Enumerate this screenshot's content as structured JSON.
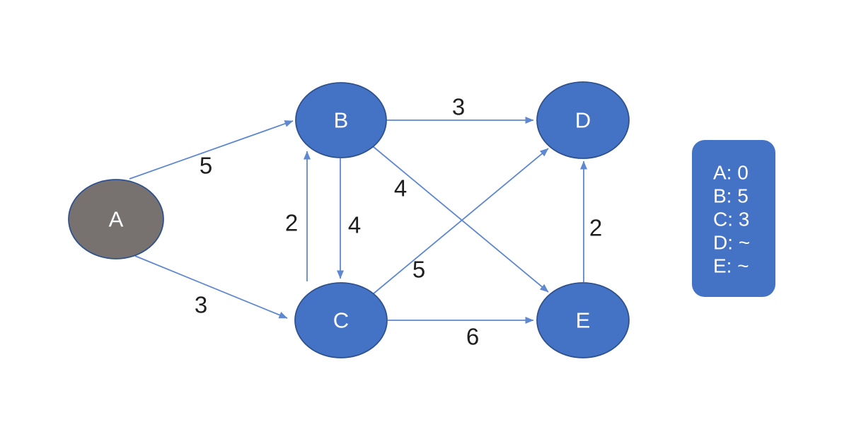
{
  "colors": {
    "background": "#FFFFFF",
    "node_fill": "#4472C4",
    "node_stroke": "#2F528F",
    "start_node_fill": "#777170",
    "node_text_color": "#FFFFFF",
    "edge_color": "#5E88D0",
    "edge_label_color": "#1F1F1F",
    "legend_fill": "#4472C4",
    "legend_text_color": "#FFFFFF"
  },
  "graph": {
    "nodes": [
      {
        "id": "A",
        "label": "A",
        "start": true
      },
      {
        "id": "B",
        "label": "B"
      },
      {
        "id": "C",
        "label": "C"
      },
      {
        "id": "D",
        "label": "D"
      },
      {
        "id": "E",
        "label": "E"
      }
    ],
    "edges": [
      {
        "from": "A",
        "to": "B",
        "weight": "5"
      },
      {
        "from": "A",
        "to": "C",
        "weight": "3"
      },
      {
        "from": "B",
        "to": "D",
        "weight": "3"
      },
      {
        "from": "B",
        "to": "C",
        "weight": "4"
      },
      {
        "from": "C",
        "to": "B",
        "weight": "2"
      },
      {
        "from": "B",
        "to": "E",
        "weight": "4"
      },
      {
        "from": "C",
        "to": "D",
        "weight": "5"
      },
      {
        "from": "C",
        "to": "E",
        "weight": "6"
      },
      {
        "from": "E",
        "to": "D",
        "weight": "2"
      }
    ]
  },
  "distance_table": {
    "rows": [
      "A: 0",
      "B: 5",
      "C: 3",
      "D: ~",
      "E: ~"
    ]
  }
}
